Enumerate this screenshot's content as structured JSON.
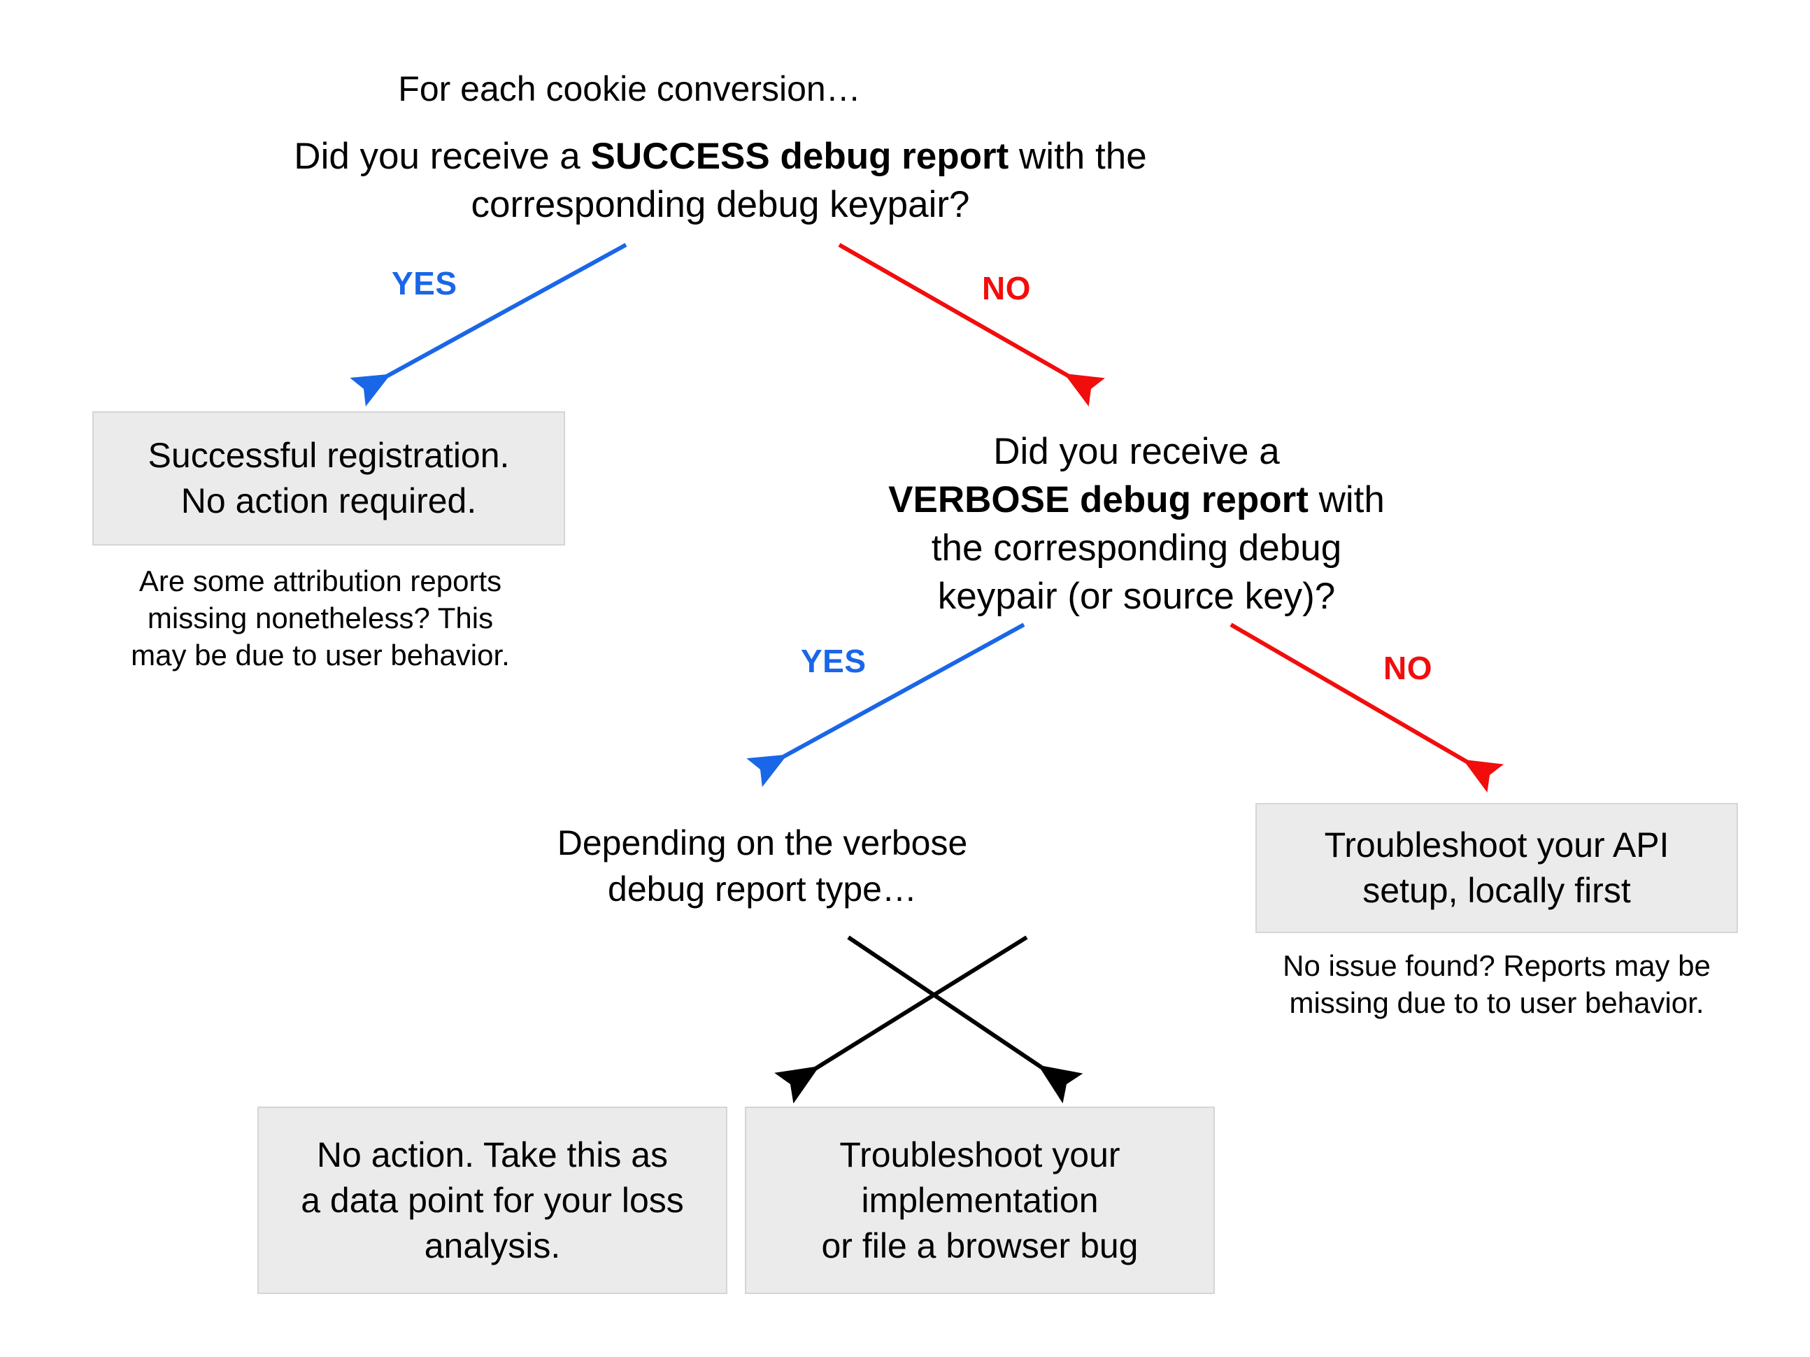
{
  "diagram": {
    "title": "Cookie conversion debug report decision flow",
    "background_color": "#ffffff",
    "box_fill_color": "#ebebeb",
    "box_border_color": "#d5d5d5",
    "yes_color": "#1a66e8",
    "no_color": "#f20d0d",
    "neutral_arrow_color": "#000000"
  },
  "nodes": {
    "root_lead": {
      "text": "For each cookie conversion…"
    },
    "question_success": {
      "line1_pre": "Did you receive a ",
      "line1_bold": "SUCCESS debug report",
      "line1_post": " with the",
      "line2": "corresponding debug keypair?"
    },
    "box_successful_registration": {
      "line1": "Successful registration.",
      "line2": "No action required."
    },
    "caption_attribution_missing": {
      "line1": "Are some attribution reports",
      "line2": "missing nonetheless? This",
      "line3": "may be due to user behavior."
    },
    "question_verbose": {
      "line1": "Did you receive a",
      "line2_bold": "VERBOSE debug report",
      "line2_post": " with",
      "line3": "the corresponding debug",
      "line4": "keypair (or source key)?"
    },
    "subhead_report_type": {
      "line1": "Depending on the verbose",
      "line2": "debug report type…"
    },
    "box_troubleshoot_api": {
      "line1": "Troubleshoot your API",
      "line2": "setup, locally first"
    },
    "caption_no_issue_found": {
      "line1": "No issue found? Reports may be",
      "line2": "missing due to to user behavior."
    },
    "box_no_action_loss_analysis": {
      "line1": "No action. Take this as",
      "line2": "a data point for your loss",
      "line3": "analysis."
    },
    "box_troubleshoot_implementation": {
      "line1": "Troubleshoot your",
      "line2": "implementation",
      "line3": "or file a browser bug"
    }
  },
  "edge_labels": {
    "yes_1": "YES",
    "no_1": "NO",
    "yes_2": "YES",
    "no_2": "NO"
  }
}
